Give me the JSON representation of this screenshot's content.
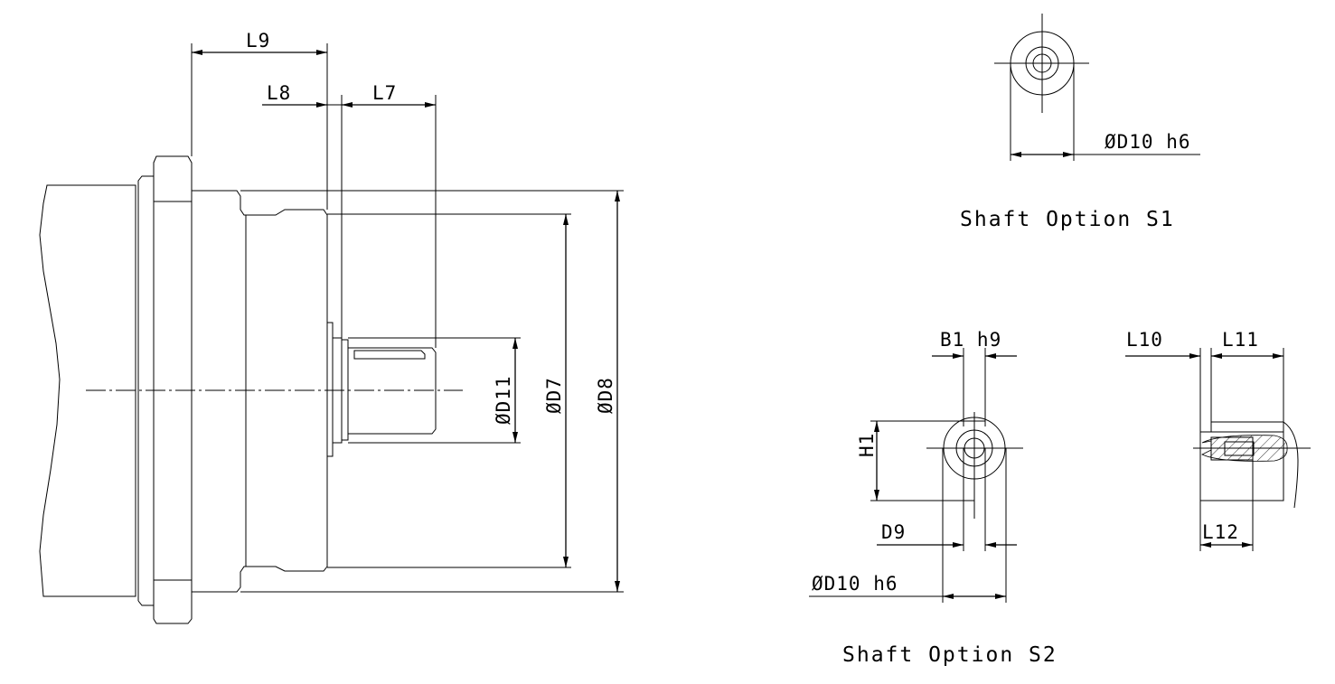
{
  "main_view": {
    "labels": {
      "L9": "L9",
      "L8": "L8",
      "L7": "L7",
      "D11": "ØD11",
      "D7": "ØD7",
      "D8": "ØD8"
    }
  },
  "shaft_s1": {
    "caption": "Shaft Option S1",
    "labels": {
      "D10": "ØD10 h6"
    }
  },
  "shaft_s2": {
    "caption": "Shaft Option S2",
    "labels": {
      "B1": "B1 h9",
      "H1": "H1",
      "D9": "D9",
      "D10": "ØD10 h6",
      "L10": "L10",
      "L11": "L11",
      "L12": "L12"
    }
  }
}
